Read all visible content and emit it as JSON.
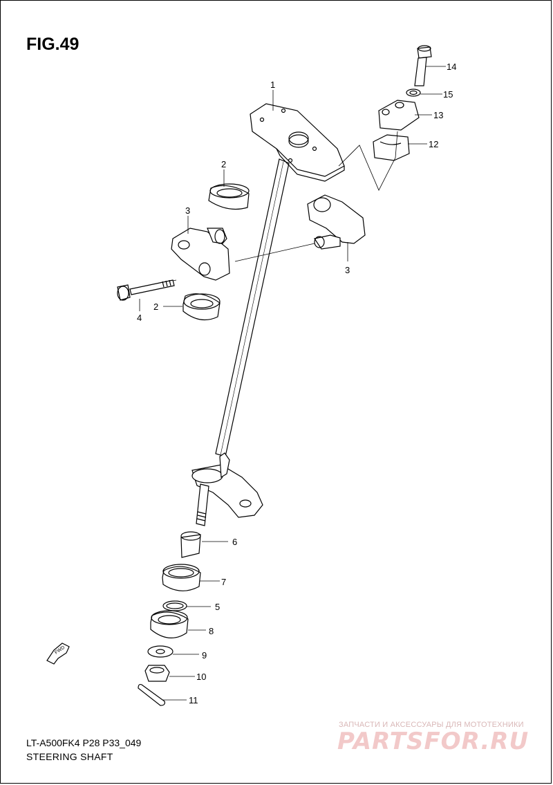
{
  "figure": {
    "title": "FIG.49"
  },
  "footer": {
    "code": "LT-A500FK4 P28 P33_049",
    "caption": "STEERING SHAFT"
  },
  "fwd_label": "FWD",
  "callouts": {
    "p1": "1",
    "p2a": "2",
    "p2b": "2",
    "p3a": "3",
    "p3b": "3",
    "p4": "4",
    "p5": "5",
    "p6": "6",
    "p7": "7",
    "p8": "8",
    "p9": "9",
    "p10": "10",
    "p11": "11",
    "p12": "12",
    "p13": "13",
    "p14": "14",
    "p15": "15"
  },
  "watermark": {
    "tagline": "ЗАПЧАСТИ И АКСЕССУАРЫ ДЛЯ МОТОТЕХНИКИ",
    "brand": "PARTSFOR.RU"
  },
  "colors": {
    "line": "#000000",
    "watermark": "#f2c9c9"
  }
}
